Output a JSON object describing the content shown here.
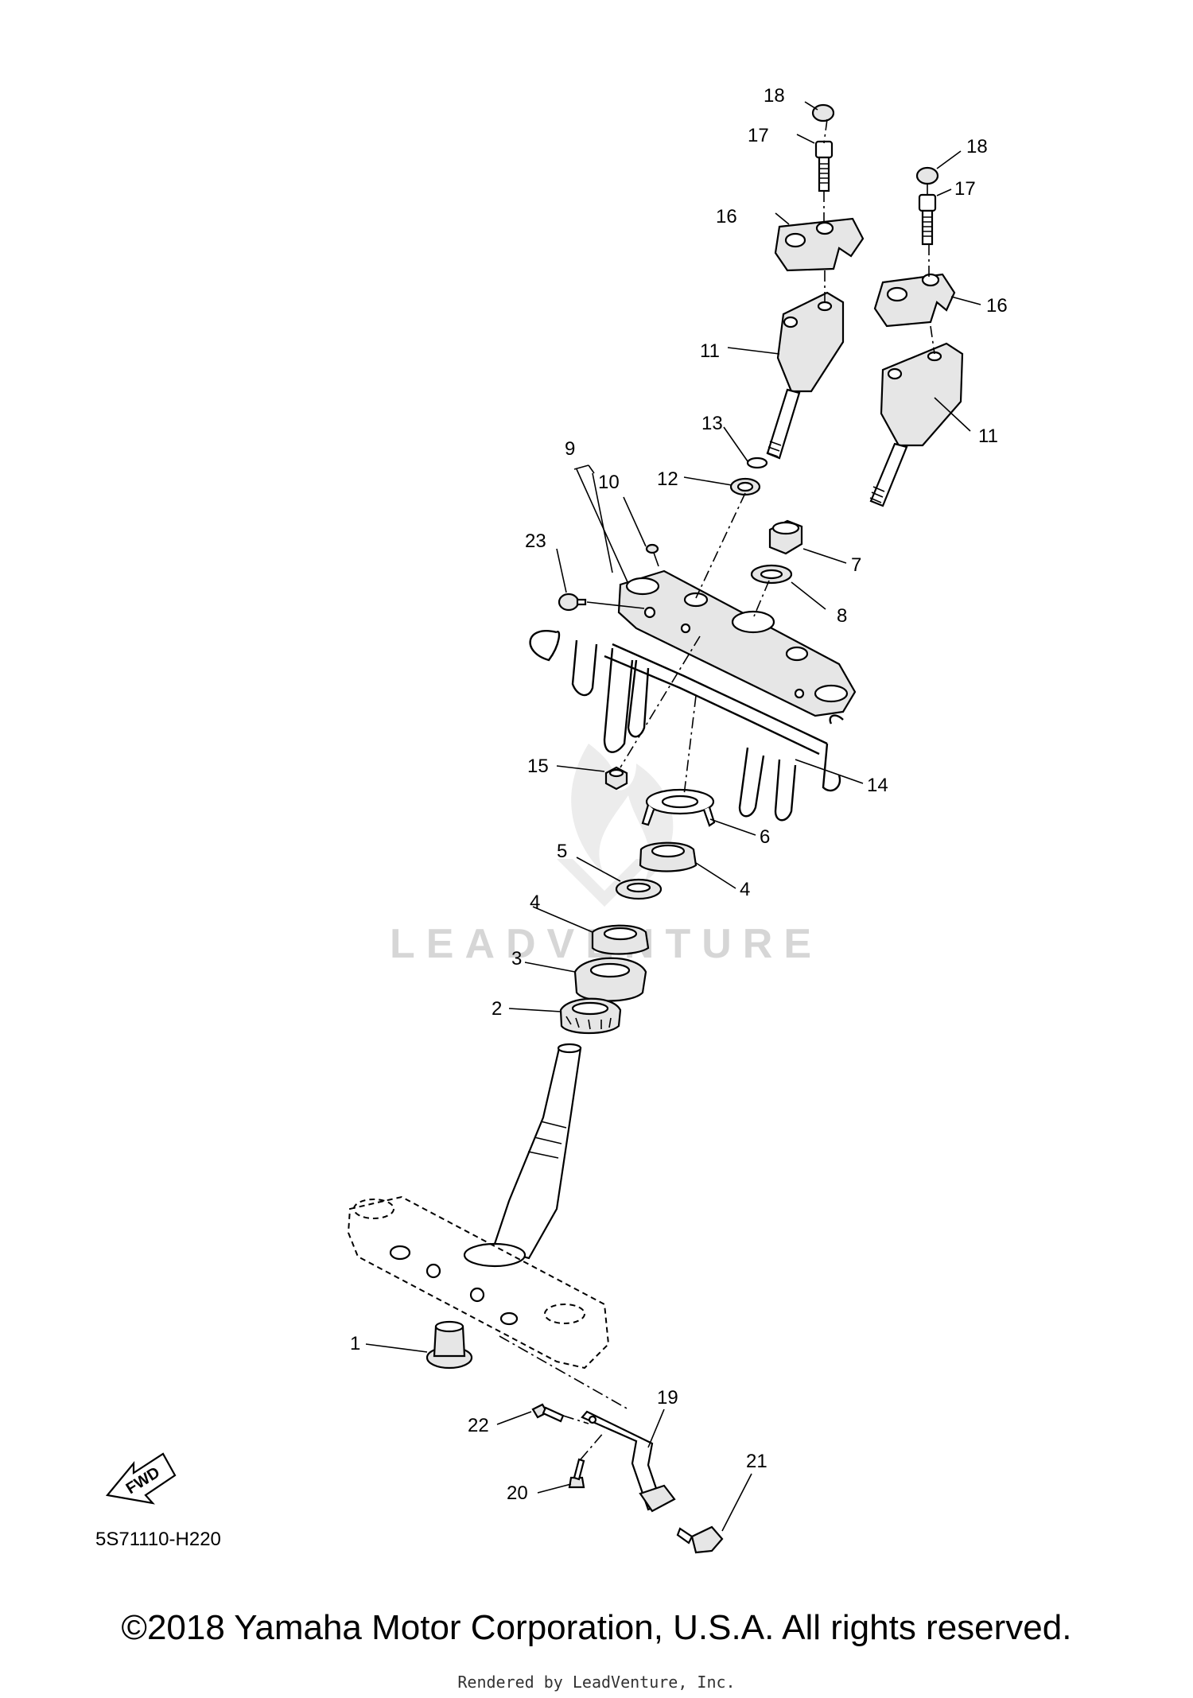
{
  "watermark": "LEADVENTURE",
  "diagram_code": "5S71110-H220",
  "fwd_label": "FWD",
  "copyright": "©2018 Yamaha Motor Corporation, U.S.A. All rights reserved.",
  "rendered_by": "Rendered by LeadVenture, Inc.",
  "callouts": [
    "18",
    "17",
    "18",
    "16",
    "17",
    "16",
    "11",
    "11",
    "13",
    "9",
    "10",
    "12",
    "23",
    "7",
    "8",
    "15",
    "14",
    "6",
    "5",
    "4",
    "4",
    "3",
    "2",
    "1",
    "19",
    "22",
    "21",
    "20"
  ]
}
